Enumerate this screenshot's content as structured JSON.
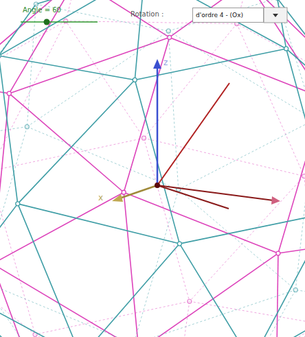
{
  "diagram": {
    "nodes": [
      {
        "text": [
          "d'ordre 4 - (Ox)"
        ]
      }
    ],
    "labels": [
      "Angle = 60",
      "Rotation :",
      "z",
      "x"
    ]
  }
}
